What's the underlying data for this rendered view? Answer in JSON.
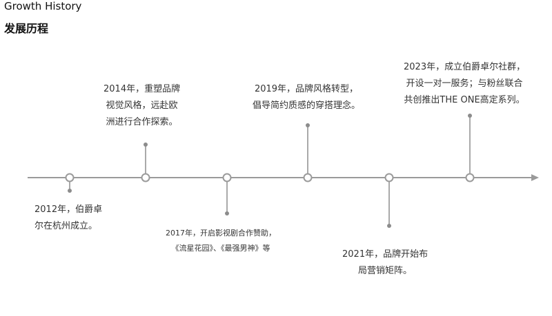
{
  "header": {
    "title_en": "Growth History",
    "title_cn": "发展历程"
  },
  "colors": {
    "line": "#9a9a9a",
    "connector": "#8c8c8c",
    "text": "#333333"
  },
  "milestones": [
    {
      "year": "2012",
      "lines": [
        "2012年，伯爵卓",
        "尔在杭州成立。"
      ]
    },
    {
      "year": "2014",
      "lines": [
        "2014年，重塑品牌",
        "视觉风格，远赴欧",
        "洲进行合作探索。"
      ]
    },
    {
      "year": "2017",
      "lines": [
        "2017年，开启影视剧合作赞助，",
        "《流星花园》、《最强男神》等"
      ]
    },
    {
      "year": "2019",
      "lines": [
        "2019年，品牌风格转型，",
        "倡导简约质感的穿搭理念。"
      ]
    },
    {
      "year": "2021",
      "lines": [
        "2021年，品牌开始布",
        "局营销矩阵。"
      ]
    },
    {
      "year": "2023",
      "lines": [
        "2023年，成立伯爵卓尔社群，",
        "开设一对一服务；与粉丝联合",
        "共创推出THE ONE高定系列。"
      ]
    }
  ]
}
